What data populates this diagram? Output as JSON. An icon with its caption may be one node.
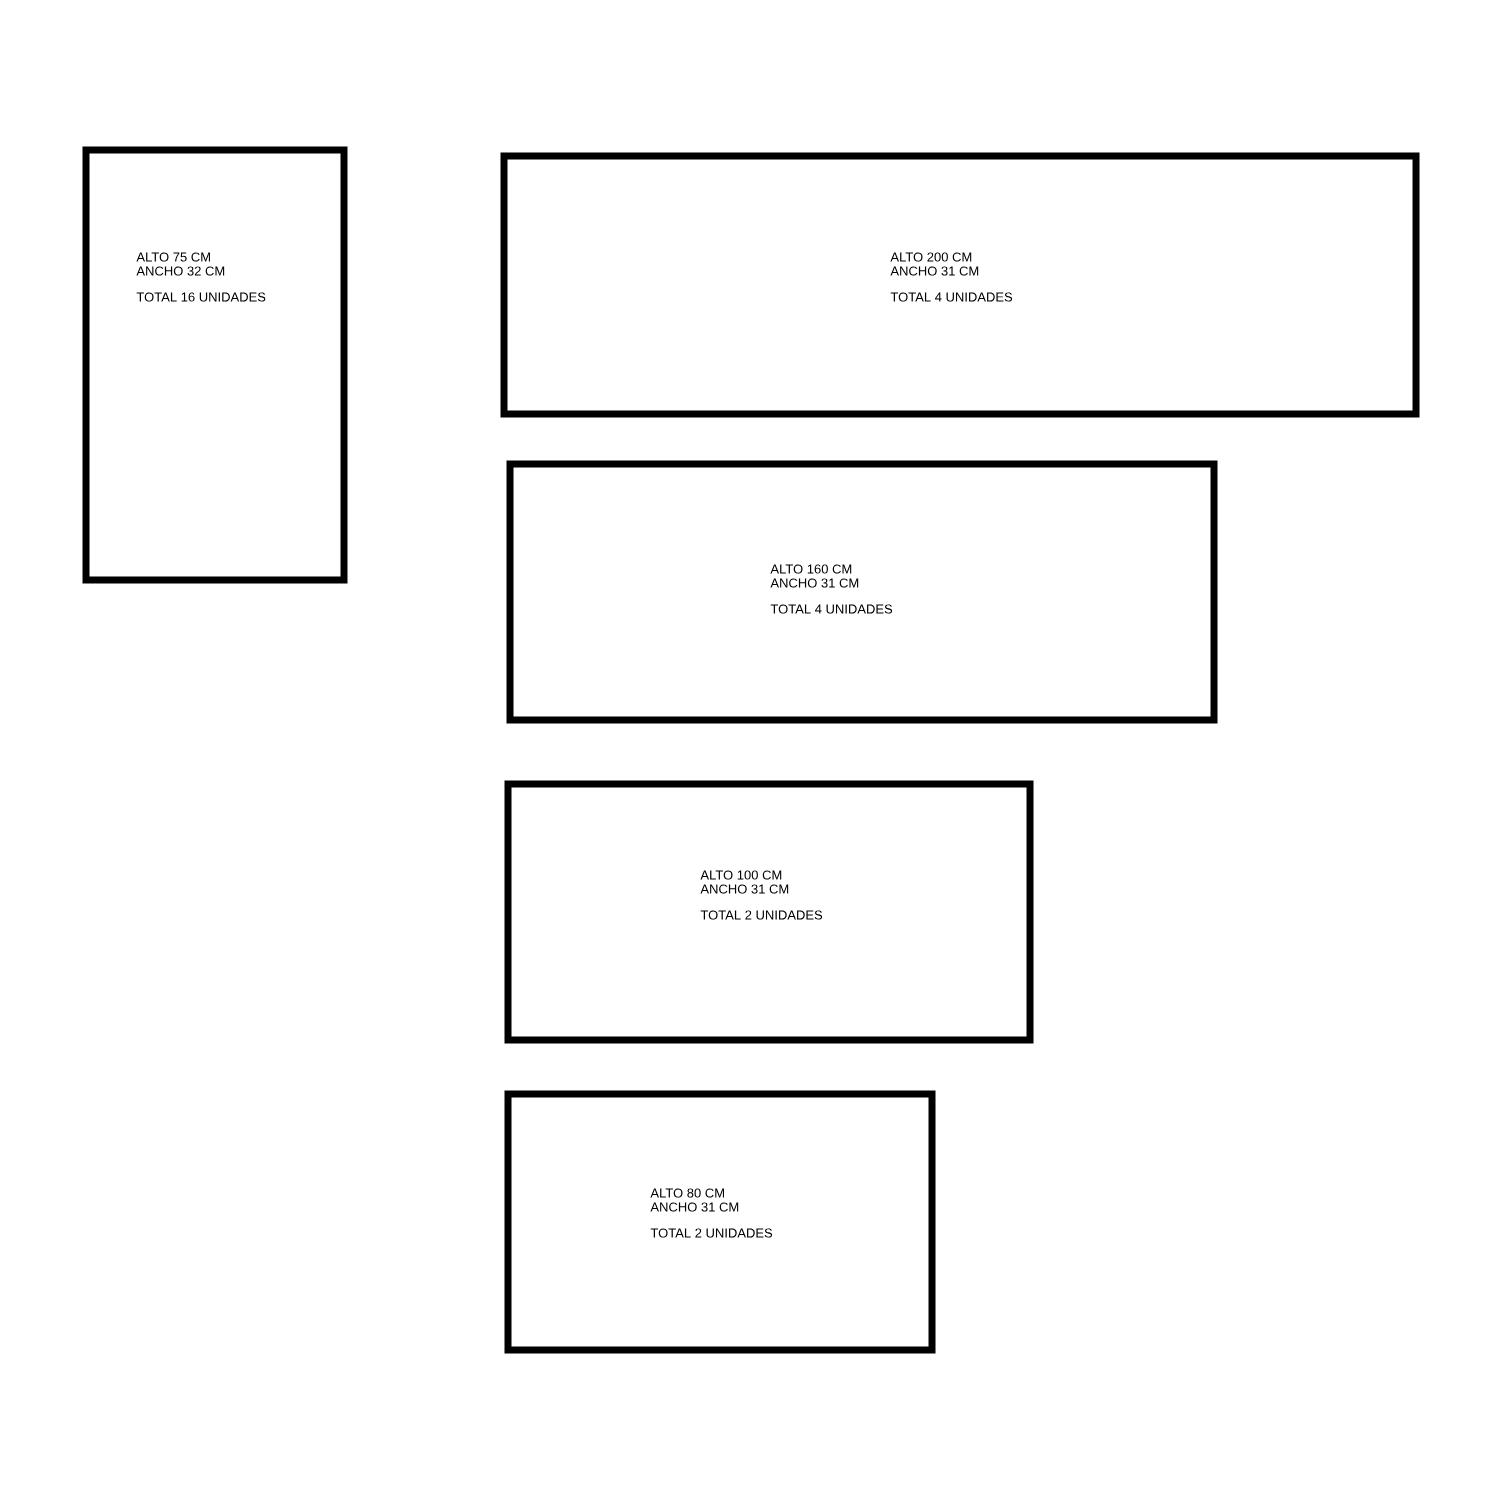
{
  "diagram": {
    "nodes": [
      {
        "text": [
          "ALTO 75 CM",
          "ANCHO 32 CM",
          "TOTAL 16 UNIDADES"
        ]
      },
      {
        "text": [
          "ALTO 200 CM",
          "ANCHO 31 CM",
          "TOTAL 4 UNIDADES"
        ]
      },
      {
        "text": [
          "ALTO 160 CM",
          "ANCHO 31 CM",
          "TOTAL 4 UNIDADES"
        ]
      },
      {
        "text": [
          "ALTO 100 CM",
          "ANCHO 31 CM",
          "TOTAL 2 UNIDADES"
        ]
      },
      {
        "text": [
          "ALTO 80 CM",
          "ANCHO 31 CM",
          "TOTAL 2 UNIDADES"
        ]
      }
    ]
  }
}
